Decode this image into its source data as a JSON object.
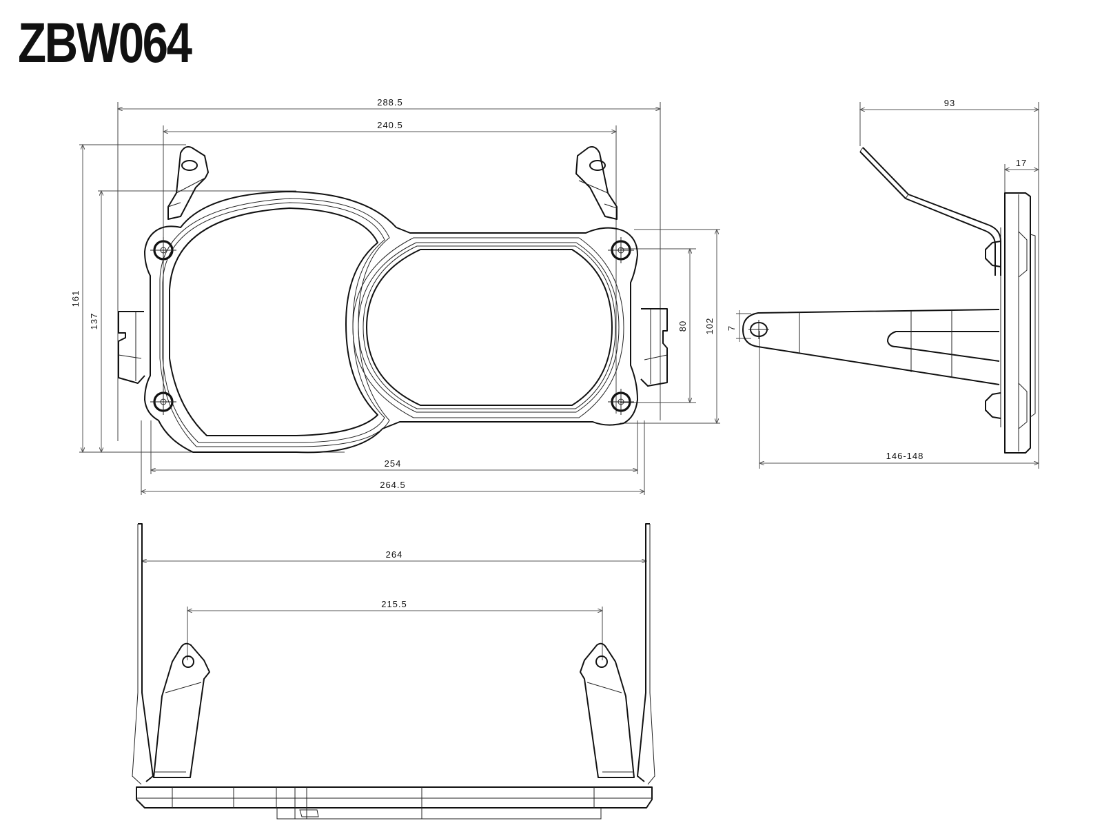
{
  "title": "ZBW064",
  "views": {
    "front": {
      "dimensions": {
        "overall_width": "288.5",
        "bracket_span": "240.5",
        "overall_height": "161",
        "frame_height": "137",
        "mount_width_inner": "254",
        "mount_width_outer": "264.5",
        "hole_spacing_vertical": "80",
        "mount_height": "102"
      }
    },
    "side": {
      "dimensions": {
        "depth": "93",
        "plate_thickness": "17",
        "slot_width": "7",
        "arm_length": "146-148"
      }
    },
    "bottom": {
      "dimensions": {
        "outer_width": "264",
        "bracket_hole_span": "215.5"
      }
    }
  },
  "colors": {
    "line": "#111111",
    "dimension": "#555555",
    "background": "#ffffff"
  }
}
